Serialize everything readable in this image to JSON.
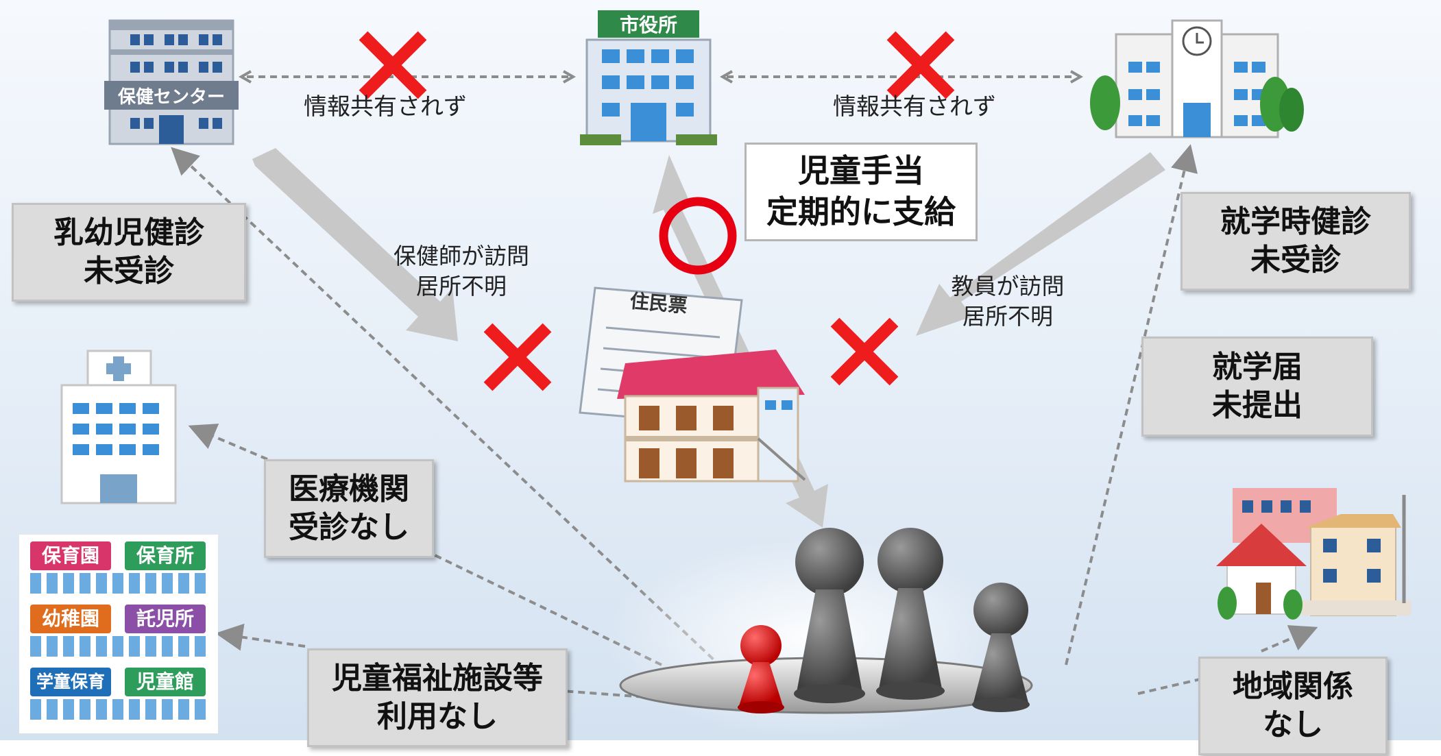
{
  "colors": {
    "cross": "#ee1c1c",
    "circle": "#e60012",
    "arrow_gray": "#c8c8c8",
    "dashed": "#8c8c8c",
    "box_fill": "#dcdcdc",
    "building_blue": "#3b8fd6",
    "roof_pink": "#e03a68",
    "highlight_figure": "#e00000",
    "figure_gray": "#5a5a5a"
  },
  "buildings": {
    "health_center_sign": "保健センター",
    "city_hall_sign": "市役所",
    "resident_record_title": "住民票"
  },
  "childcare_facilities": [
    {
      "label": "保育園",
      "color": "#d8366b"
    },
    {
      "label": "保育所",
      "color": "#2e9c5b"
    },
    {
      "label": "幼稚園",
      "color": "#e06d1e"
    },
    {
      "label": "託児所",
      "color": "#8b4fa8"
    },
    {
      "label": "学童保育",
      "color": "#1f6fb8"
    },
    {
      "label": "児童館",
      "color": "#2e9c5b"
    }
  ],
  "labels": {
    "info_left": "情報共有されず",
    "info_right": "情報共有されず",
    "nurse_visit": [
      "保健師が訪問",
      "居所不明"
    ],
    "teacher_visit": [
      "教員が訪問",
      "居所不明"
    ]
  },
  "boxes": {
    "child_allowance": [
      "児童手当",
      "定期的に支給"
    ],
    "infant_checkup": [
      "乳幼児健診",
      "未受診"
    ],
    "school_checkup": [
      "就学時健診",
      "未受診"
    ],
    "school_enrollment": [
      "就学届",
      "未提出"
    ],
    "medical": [
      "医療機関",
      "受診なし"
    ],
    "welfare": [
      "児童福祉施設等",
      "利用なし"
    ],
    "community": [
      "地域関係",
      "なし"
    ]
  },
  "icons": {
    "cross_symbol": "cross-mark-icon",
    "circle_symbol": "circle-mark-icon"
  }
}
